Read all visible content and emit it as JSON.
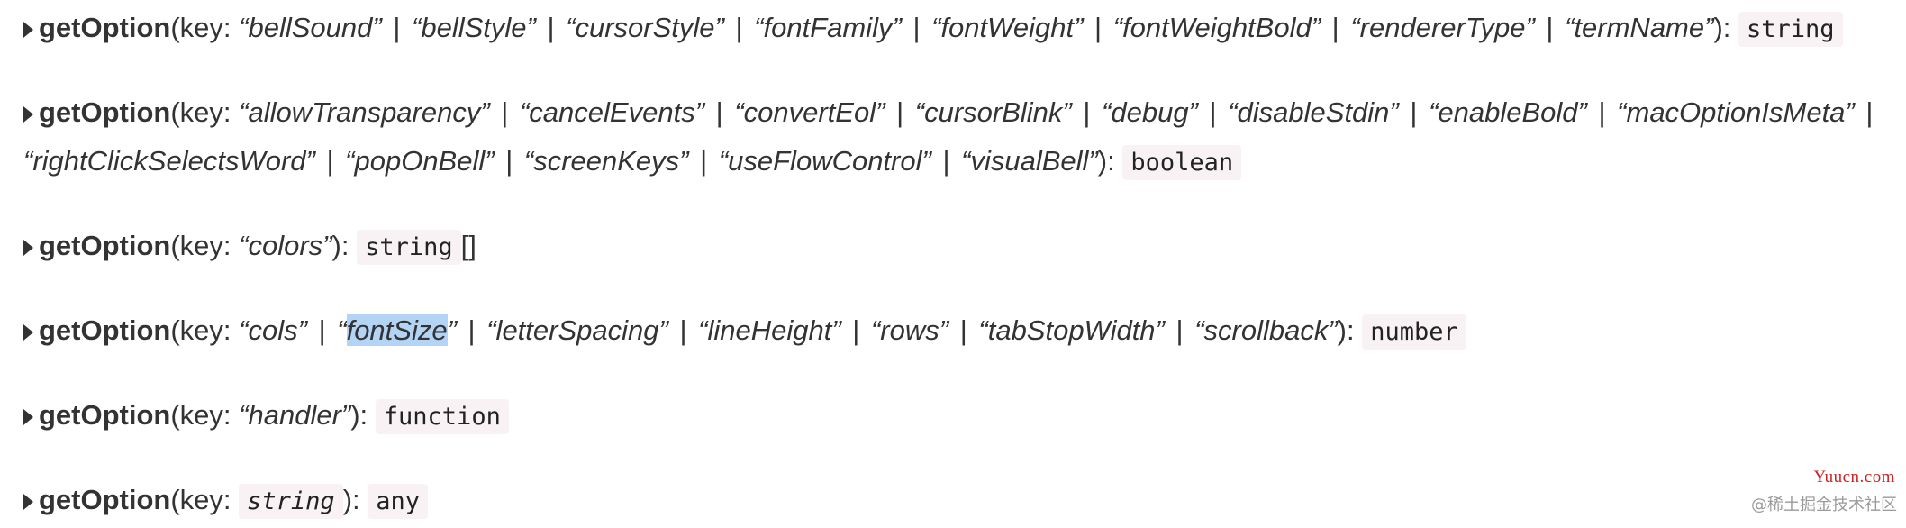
{
  "fn_name": "getOption",
  "key_open": "(key: ",
  "close": "): ",
  "sep": "|",
  "entries": [
    {
      "keys": [
        "“bellSound”",
        "“bellStyle”",
        "“cursorStyle”",
        "“fontFamily”",
        "“fontWeight”",
        "“fontWeightBold”",
        "“rendererType”",
        "“termName”"
      ],
      "return_type": "string"
    },
    {
      "keys": [
        "“allowTransparency”",
        "“cancelEvents”",
        "“convertEol”",
        "“cursorBlink”",
        "“debug”",
        "“disableStdin”",
        "“enableBold”",
        "“macOptionIsMeta”",
        "“rightClickSelectsWord”",
        "“popOnBell”",
        "“screenKeys”",
        "“useFlowControl”",
        "“visualBell”"
      ],
      "return_type": "boolean"
    },
    {
      "keys": [
        "“colors”"
      ],
      "return_type": "string",
      "return_suffix": "[]"
    },
    {
      "keys": [
        "“cols”",
        "“fontSize”",
        "“letterSpacing”",
        "“lineHeight”",
        "“rows”",
        "“tabStopWidth”",
        "“scrollback”"
      ],
      "return_type": "number",
      "highlight": "fontSize"
    },
    {
      "keys": [
        "“handler”"
      ],
      "return_type": "function"
    },
    {
      "key_type": "string",
      "return_type": "any"
    }
  ],
  "watermark": {
    "site": "Yuucn.com",
    "credit": "@稀土掘金技术社区"
  }
}
